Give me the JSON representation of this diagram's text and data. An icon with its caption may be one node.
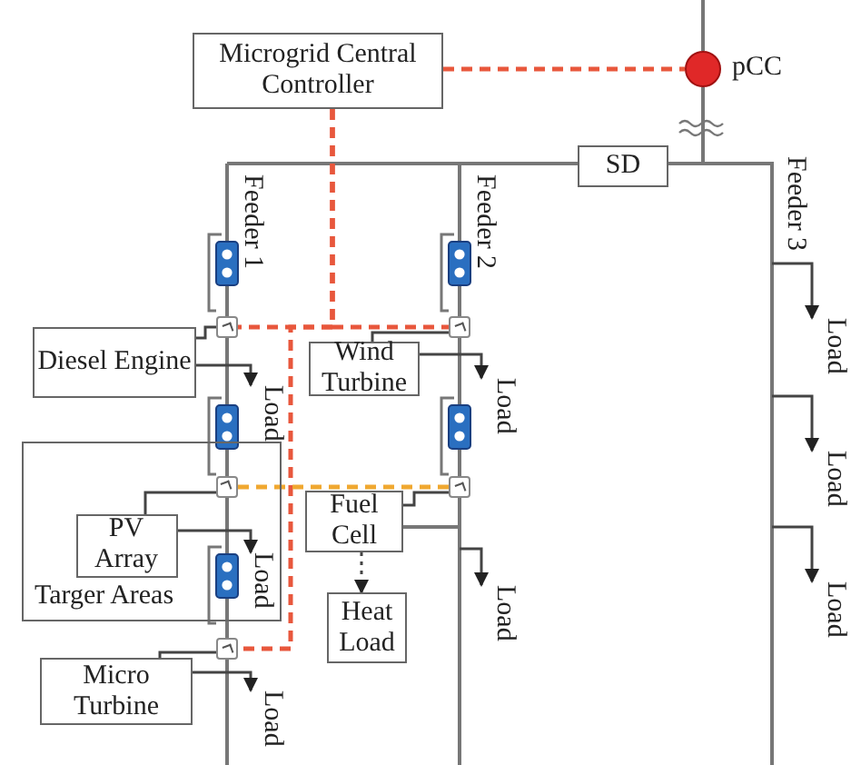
{
  "diagram": {
    "nodes": [
      {
        "text": [
          "Microgrid Central Controller"
        ]
      },
      {
        "text": [],
        "shape": "circle",
        "beside": [
          "pCC"
        ]
      },
      {
        "text": [
          "SD"
        ]
      },
      {
        "text": [
          "Diesel Engine"
        ]
      },
      {
        "text": [
          "Wind Turbine"
        ]
      },
      {
        "text": [
          "Targer Areas"
        ]
      },
      {
        "text": [
          "PV Array"
        ],
        "in": 5
      },
      {
        "text": [
          "Fuel Cell"
        ]
      },
      {
        "text": [
          "Heat Load"
        ]
      },
      {
        "text": [
          "Micro Turbine"
        ]
      },
      {
        "text": [],
        "shape": "box"
      },
      {
        "text": [],
        "shape": "box"
      },
      {
        "text": [],
        "shape": "box",
        "in": 5
      },
      {
        "text": [],
        "shape": "box"
      },
      {
        "text": [],
        "shape": "box"
      },
      {
        "text": [
          "Load"
        ]
      },
      {
        "text": [
          "Load"
        ]
      },
      {
        "text": [
          "Load"
        ],
        "in": 5
      },
      {
        "text": [
          "Load"
        ]
      },
      {
        "text": [
          "Load"
        ]
      },
      {
        "text": [
          "Load"
        ]
      },
      {
        "text": [
          "Load"
        ]
      },
      {
        "text": [
          "Load"
        ]
      }
    ],
    "edges": [
      {
        "from": 0,
        "to": 1,
        "arrow": "none",
        "style": "dashed",
        "color": "#e8573c"
      },
      {
        "from": 0,
        "to": 10,
        "arrow": "none",
        "style": "dashed",
        "color": "#e8573c"
      },
      {
        "from": 0,
        "to": 11,
        "arrow": "none",
        "style": "dashed",
        "color": "#e8573c"
      },
      {
        "from": 0,
        "to": 14,
        "arrow": "none",
        "style": "dashed",
        "color": "#e8573c"
      },
      {
        "from": 12,
        "to": 13,
        "arrow": "none",
        "style": "dashed",
        "color": "#f0a830"
      },
      {
        "from": 7,
        "to": 8,
        "arrow": "to",
        "style": "dashed"
      },
      {
        "from": 3,
        "to": 10,
        "arrow": "none"
      },
      {
        "from": 4,
        "to": 11,
        "arrow": "none"
      },
      {
        "from": 6,
        "to": 12,
        "arrow": "none"
      },
      {
        "from": 7,
        "to": 13,
        "arrow": "none"
      },
      {
        "from": 9,
        "to": 14,
        "arrow": "none"
      },
      {
        "from": 3,
        "to": 15,
        "arrow": "to"
      },
      {
        "from": 4,
        "to": 16,
        "arrow": "to"
      },
      {
        "from": 6,
        "to": 17,
        "arrow": "to"
      },
      {
        "from": 9,
        "to": 18,
        "arrow": "to"
      },
      {
        "from": null,
        "to": 19,
        "arrow": "to"
      },
      {
        "from": null,
        "to": 20,
        "arrow": "to"
      },
      {
        "from": null,
        "to": 21,
        "arrow": "to"
      },
      {
        "from": null,
        "to": 22,
        "arrow": "to"
      }
    ],
    "labels": [
      "Feeder 1",
      "Feeder 2",
      "Feeder 3"
    ]
  }
}
